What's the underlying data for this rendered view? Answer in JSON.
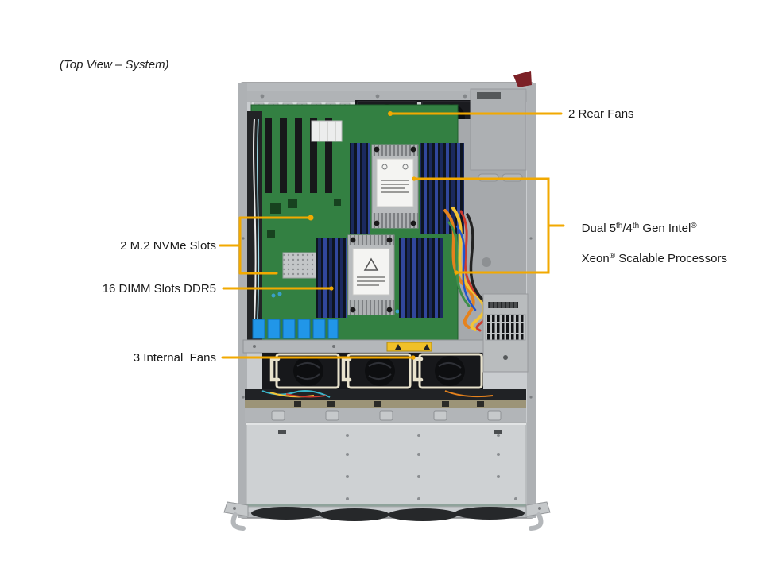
{
  "title": "(Top View – System)",
  "colors": {
    "background": "#FFFFFF",
    "callout": "#F2A900",
    "chassis_gray": "#B6B9BC",
    "motherboard_green": "#2F7D3D",
    "dimm_blue": "#31479C",
    "connector_blue": "#2196E8",
    "fan_black": "#141518",
    "fan_bracket_cream": "#E8E2CC",
    "latch_red": "#7C2026"
  },
  "callouts": {
    "rear_fans": {
      "label": "2 Rear Fans"
    },
    "processors": {
      "label_line1": [
        "Dual 5",
        "th",
        "/4",
        "th",
        " Gen Intel",
        "®"
      ],
      "label_line2": [
        "Xeon",
        "®",
        " Scalable Processors"
      ]
    },
    "m2_slots": {
      "label": "2 M.2 NVMe Slots"
    },
    "dimm_slots": {
      "label": "16 DIMM Slots DDR5"
    },
    "internal_fans": {
      "label": "3 Internal  Fans"
    }
  }
}
